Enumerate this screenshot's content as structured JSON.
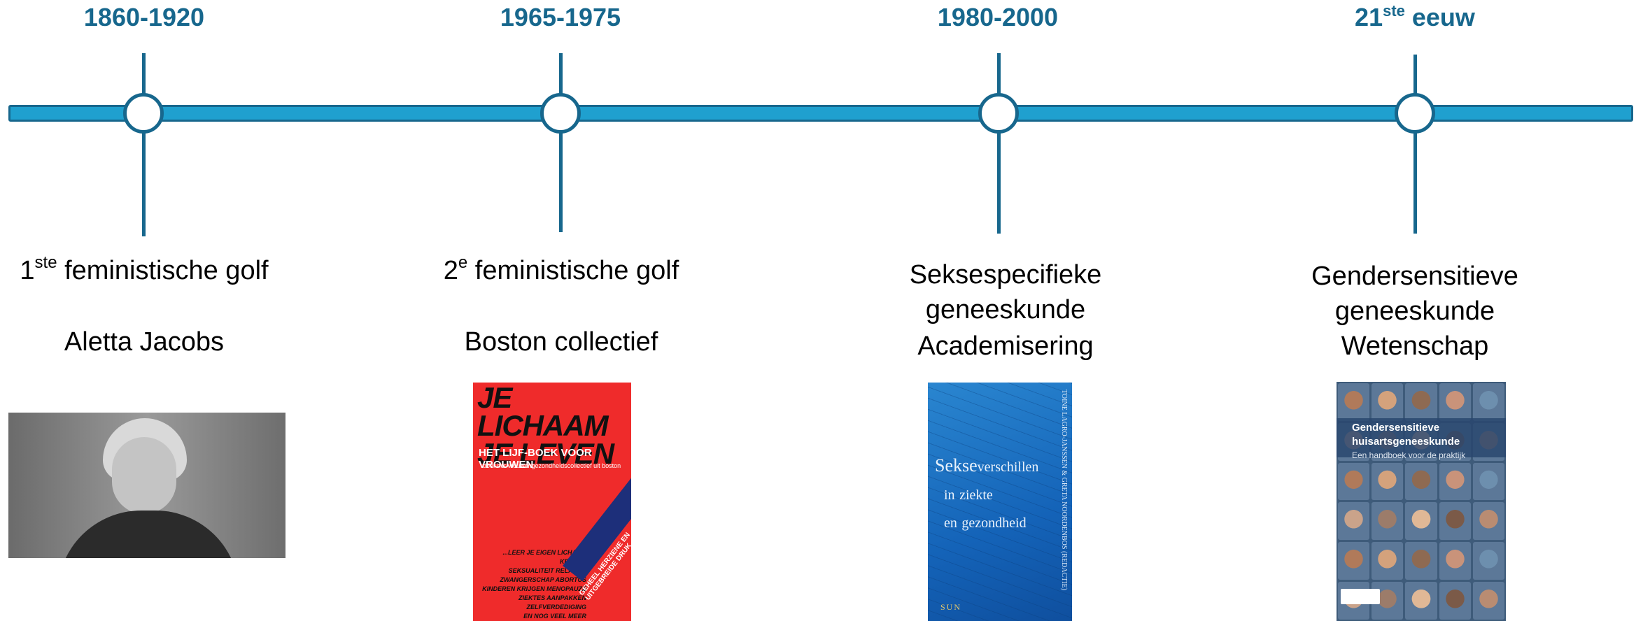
{
  "timeline": {
    "events": [
      {
        "date_main": "1860-1920",
        "date_sup": "",
        "date_suffix": "",
        "label_prefix": "1",
        "label_sup": "ste",
        "label_rest": " feministische golf",
        "sub": "Aletta Jacobs"
      },
      {
        "date_main": "1965-1975",
        "date_sup": "",
        "date_suffix": "",
        "label_prefix": "2",
        "label_sup": "e",
        "label_rest": " feministische golf",
        "sub": "Boston collectief"
      },
      {
        "date_main": "1980-2000",
        "date_sup": "",
        "date_suffix": "",
        "label_prefix": "Seksespecifieke geneeskunde",
        "label_sup": "",
        "label_rest": "",
        "sub": "Academisering"
      },
      {
        "date_main": "21",
        "date_sup": "ste",
        "date_suffix": " eeuw",
        "label_prefix": "Gendersensitieve",
        "label_line2": "geneeskunde",
        "sub": "Wetenschap"
      }
    ]
  },
  "images": {
    "book1": {
      "title_line1": "JE LICHAAM",
      "title_line2": "JE LEVEN",
      "subtitle": "HET LIJF-BOEK VOOR VROUWEN",
      "byline": "door het vrouwengezondheidscollectief uit boston",
      "list": [
        "...LEER JE EIGEN LICHAAM KENNEN",
        "SEKSUALITEIT RELATIES",
        "ZWANGERSCHAP ABORTUS",
        "KINDEREN KRIJGEN MENOPAUZE",
        "ZIEKTES AANPAKKEN",
        "ZELFVERDEDIGING",
        "EN NOG VEEL MEER"
      ],
      "band": "GEHEEL HERZIENE EN UITGEBREIDE DRUK"
    },
    "book2": {
      "spine": "TOINE LAGRO-JANSSEN & GRETA NOORDENBOS (REDACTIE)",
      "title_w1": "Sekse",
      "title_w2": "verschillen",
      "title_w3": "in",
      "title_w4": "ziekte",
      "title_w5": "en",
      "title_w6": "gezondheid",
      "publisher": "SUN"
    },
    "book3": {
      "title_line1": "Gendersensitieve",
      "title_line2": "huisartsgeneeskunde",
      "subtitle": "Een handboek voor de praktijk"
    }
  },
  "colors": {
    "axis_fill": "#1fa0cf",
    "axis_stroke": "#17678d",
    "date_text": "#17678d"
  }
}
